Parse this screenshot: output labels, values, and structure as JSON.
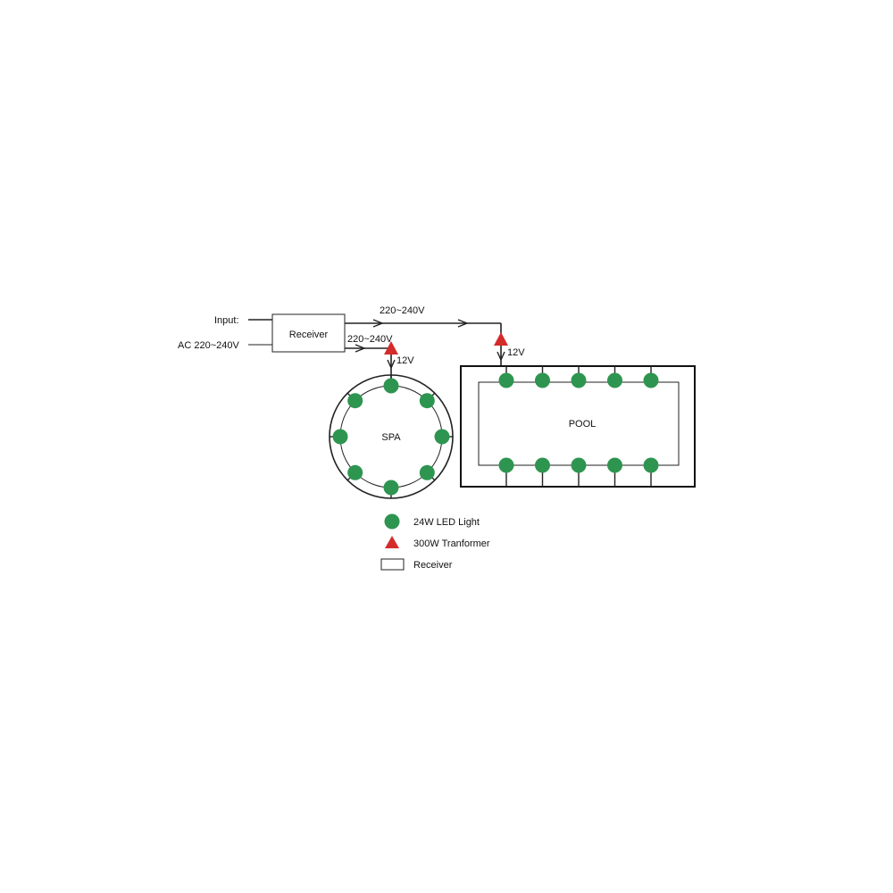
{
  "input_label": "Input:",
  "ac_label": "AC 220~240V",
  "receiver_label": "Receiver",
  "pool_voltage_label": "220~240V",
  "spa_voltage_label": "220~240V",
  "spa_dc_label": "12V",
  "pool_dc_label": "12V",
  "spa_label": "SPA",
  "pool_label": "POOL",
  "legend": {
    "led_label": "24W LED Light",
    "transformer_label": "300W Tranformer",
    "receiver_label": "Receiver"
  },
  "colors": {
    "led": "#2e9550",
    "transformer": "#d52b2b",
    "wire": "#222222"
  },
  "spa_light_count": 8,
  "pool_lights_per_row": 5
}
